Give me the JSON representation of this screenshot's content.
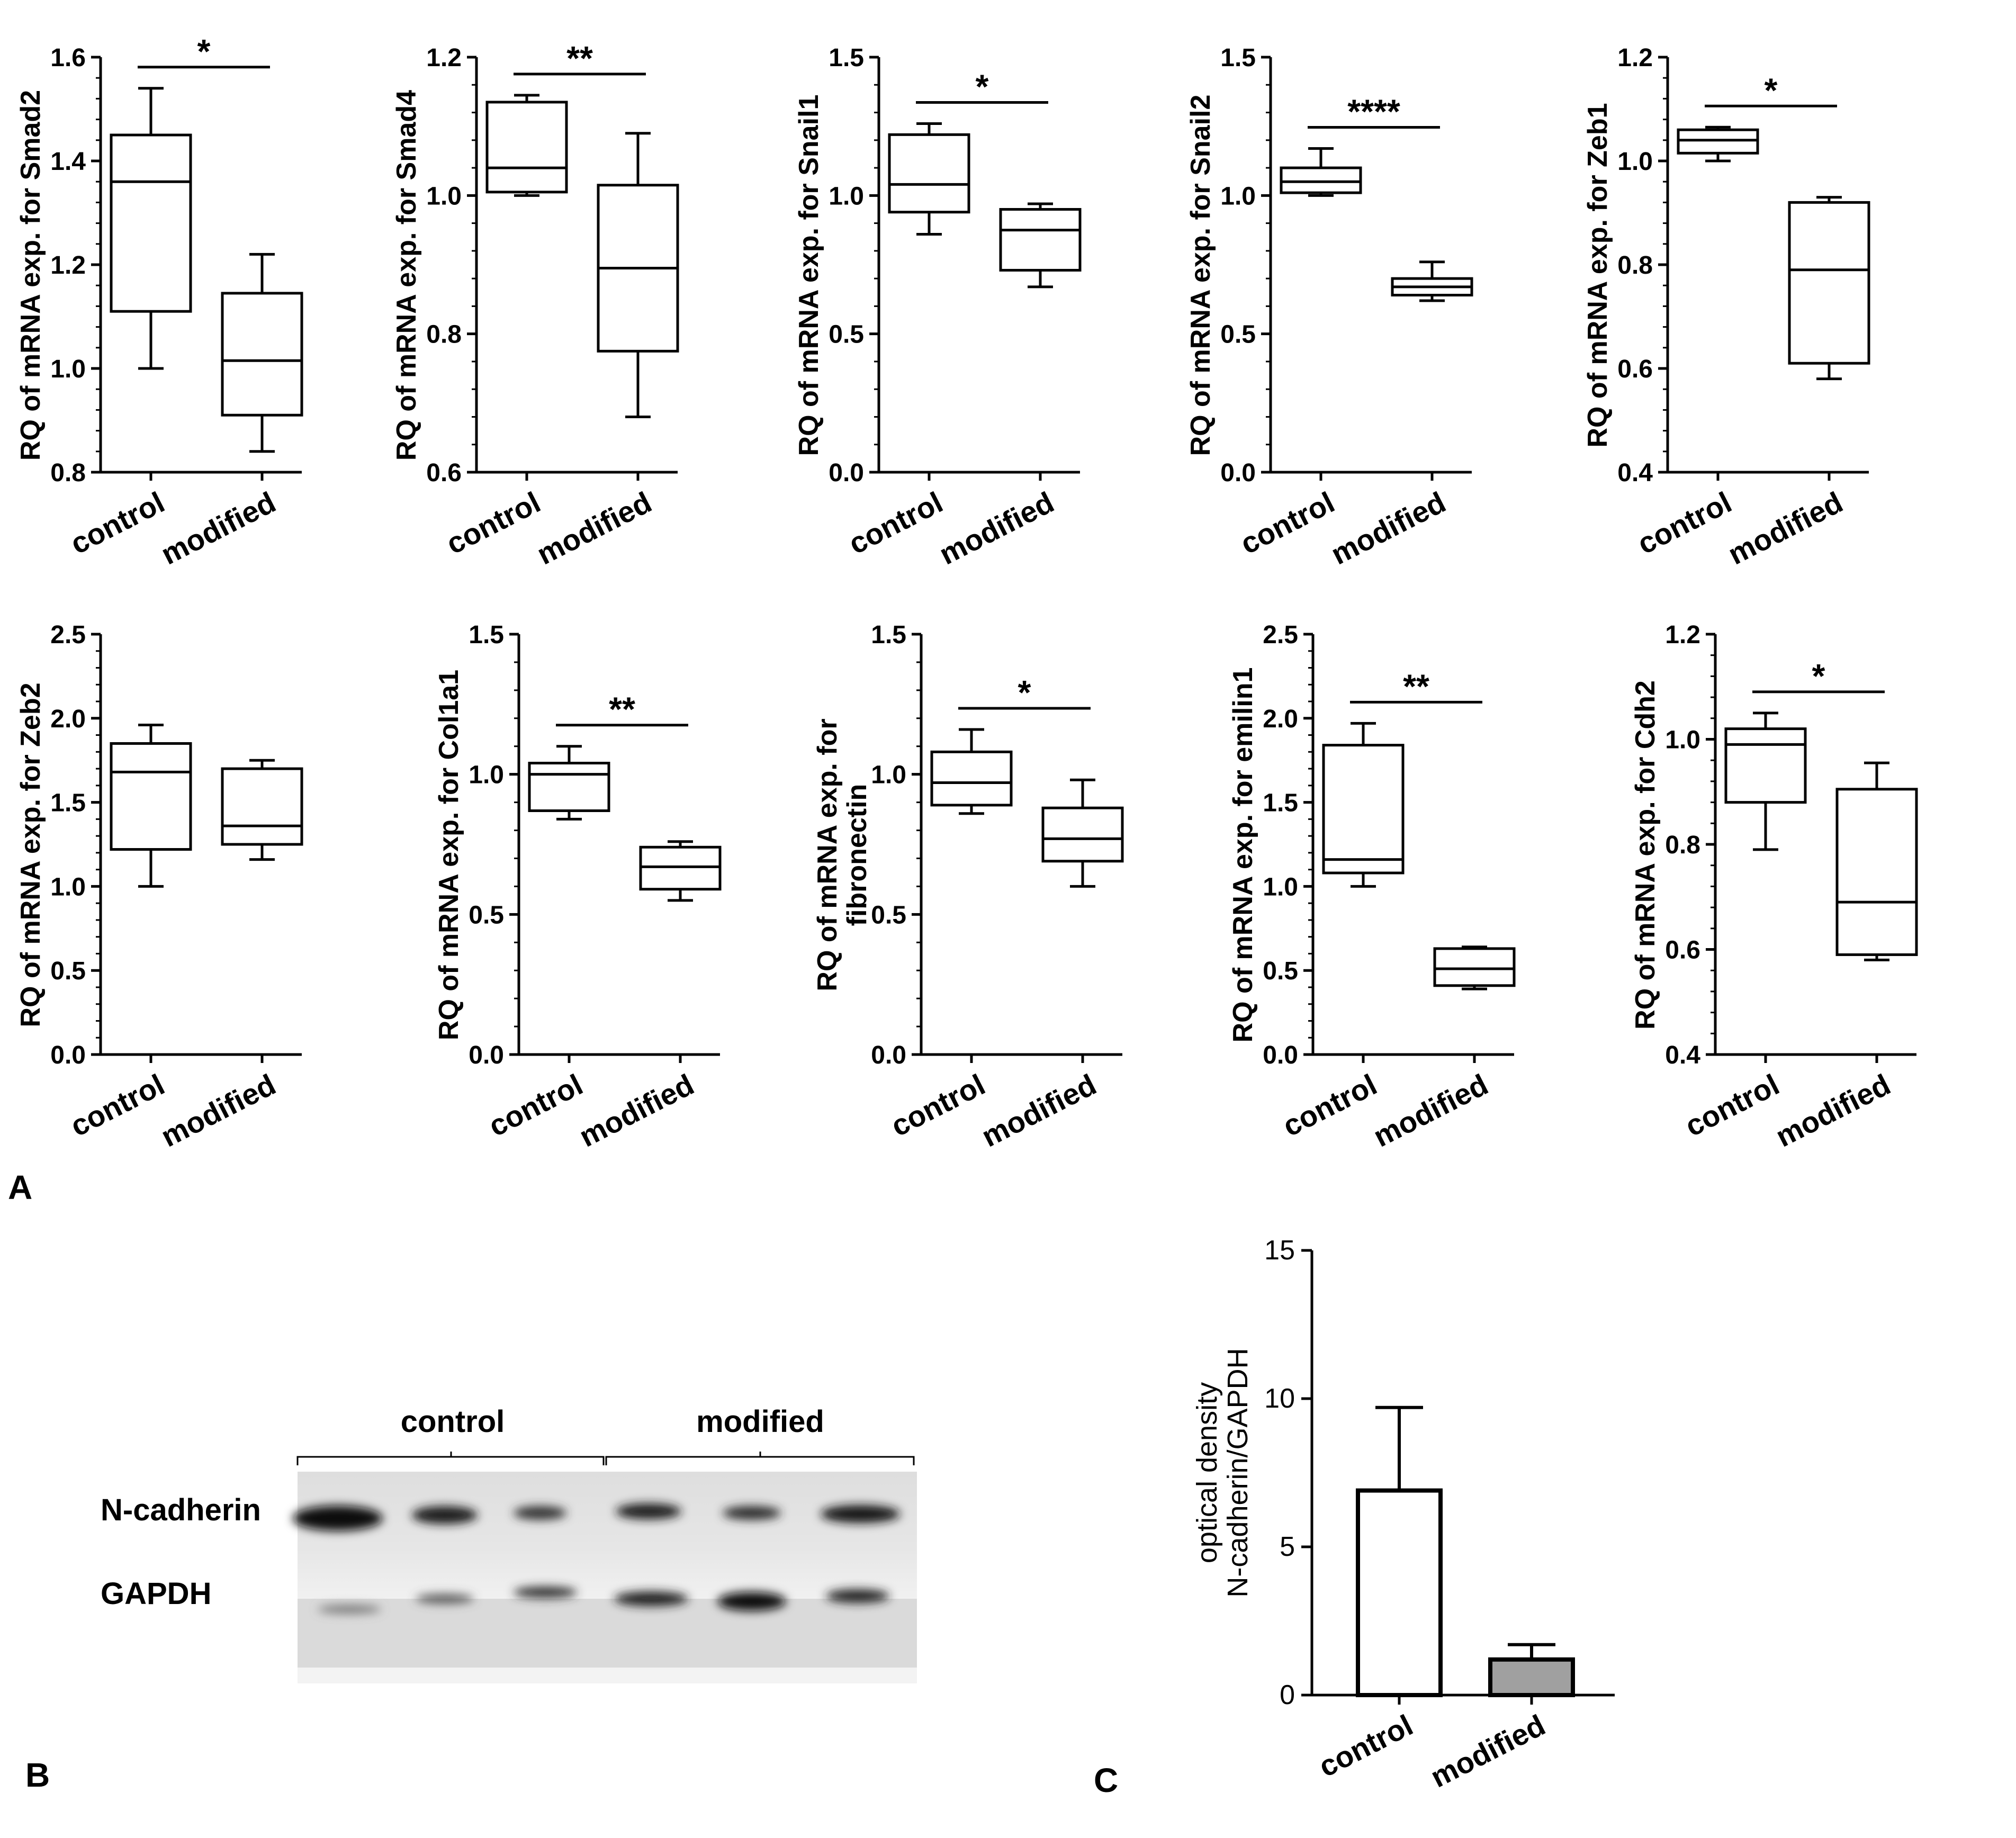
{
  "panels": {
    "a": "A",
    "b": "B",
    "c": "C"
  },
  "chart_data": [
    {
      "type": "box",
      "ylabel": "RQ of mRNA exp. for Smad2",
      "categories": [
        "control",
        "modified"
      ],
      "ylim": [
        0.8,
        1.6
      ],
      "yticks": [
        0.8,
        1.0,
        1.2,
        1.4,
        1.6
      ],
      "boxes": [
        {
          "min": 1.0,
          "q1": 1.11,
          "median": 1.36,
          "q3": 1.45,
          "max": 1.54
        },
        {
          "min": 0.84,
          "q1": 0.91,
          "median": 1.015,
          "q3": 1.145,
          "max": 1.22
        }
      ],
      "significance": "*"
    },
    {
      "type": "box",
      "ylabel": "RQ of mRNA exp. for Smad4",
      "categories": [
        "control",
        "modified"
      ],
      "ylim": [
        0.6,
        1.2
      ],
      "yticks": [
        0.6,
        0.8,
        1.0,
        1.2
      ],
      "boxes": [
        {
          "min": 1.0,
          "q1": 1.005,
          "median": 1.04,
          "q3": 1.135,
          "max": 1.145
        },
        {
          "min": 0.68,
          "q1": 0.775,
          "median": 0.895,
          "q3": 1.015,
          "max": 1.09
        }
      ],
      "significance": "**"
    },
    {
      "type": "box",
      "ylabel": "RQ of mRNA exp. for Snail1",
      "categories": [
        "control",
        "modified"
      ],
      "ylim": [
        0.0,
        1.5
      ],
      "yticks": [
        0.0,
        0.5,
        1.0,
        1.5
      ],
      "boxes": [
        {
          "min": 0.86,
          "q1": 0.94,
          "median": 1.04,
          "q3": 1.22,
          "max": 1.26
        },
        {
          "min": 0.67,
          "q1": 0.73,
          "median": 0.875,
          "q3": 0.95,
          "max": 0.97
        }
      ],
      "significance": "*"
    },
    {
      "type": "box",
      "ylabel": "RQ of mRNA exp. for Snail2",
      "categories": [
        "control",
        "modified"
      ],
      "ylim": [
        0.0,
        1.5
      ],
      "yticks": [
        0.0,
        0.5,
        1.0,
        1.5
      ],
      "boxes": [
        {
          "min": 1.0,
          "q1": 1.01,
          "median": 1.05,
          "q3": 1.1,
          "max": 1.17
        },
        {
          "min": 0.62,
          "q1": 0.64,
          "median": 0.67,
          "q3": 0.7,
          "max": 0.76
        }
      ],
      "significance": "****"
    },
    {
      "type": "box",
      "ylabel": "RQ of mRNA exp. for Zeb1",
      "categories": [
        "control",
        "modified"
      ],
      "ylim": [
        0.4,
        1.2
      ],
      "yticks": [
        0.4,
        0.6,
        0.8,
        1.0,
        1.2
      ],
      "boxes": [
        {
          "min": 1.0,
          "q1": 1.015,
          "median": 1.04,
          "q3": 1.06,
          "max": 1.065
        },
        {
          "min": 0.58,
          "q1": 0.61,
          "median": 0.79,
          "q3": 0.92,
          "max": 0.93
        }
      ],
      "significance": "*"
    },
    {
      "type": "box",
      "ylabel": "RQ of mRNA exp. for  Zeb2",
      "categories": [
        "control",
        "modified"
      ],
      "ylim": [
        0.0,
        2.5
      ],
      "yticks": [
        0.0,
        0.5,
        1.0,
        1.5,
        2.0,
        2.5
      ],
      "boxes": [
        {
          "min": 1.0,
          "q1": 1.22,
          "median": 1.68,
          "q3": 1.85,
          "max": 1.96
        },
        {
          "min": 1.16,
          "q1": 1.25,
          "median": 1.36,
          "q3": 1.7,
          "max": 1.75
        }
      ],
      "significance": ""
    },
    {
      "type": "box",
      "ylabel": "RQ of mRNA exp. for Col1a1",
      "categories": [
        "control",
        "modified"
      ],
      "ylim": [
        0.0,
        1.5
      ],
      "yticks": [
        0.0,
        0.5,
        1.0,
        1.5
      ],
      "boxes": [
        {
          "min": 0.84,
          "q1": 0.87,
          "median": 1.0,
          "q3": 1.04,
          "max": 1.1
        },
        {
          "min": 0.55,
          "q1": 0.59,
          "median": 0.67,
          "q3": 0.74,
          "max": 0.76
        }
      ],
      "significance": "**"
    },
    {
      "type": "box",
      "ylabel": [
        "RQ of mRNA exp. for",
        "fibronectin"
      ],
      "categories": [
        "control",
        "modified"
      ],
      "ylim": [
        0.0,
        1.5
      ],
      "yticks": [
        0.0,
        0.5,
        1.0,
        1.5
      ],
      "boxes": [
        {
          "min": 0.86,
          "q1": 0.89,
          "median": 0.97,
          "q3": 1.08,
          "max": 1.16
        },
        {
          "min": 0.6,
          "q1": 0.69,
          "median": 0.77,
          "q3": 0.88,
          "max": 0.98
        }
      ],
      "significance": "*"
    },
    {
      "type": "box",
      "ylabel": "RQ of mRNA exp. for emilin1",
      "categories": [
        "control",
        "modified"
      ],
      "ylim": [
        0.0,
        2.5
      ],
      "yticks": [
        0.0,
        0.5,
        1.0,
        1.5,
        2.0,
        2.5
      ],
      "boxes": [
        {
          "min": 1.0,
          "q1": 1.08,
          "median": 1.16,
          "q3": 1.84,
          "max": 1.97
        },
        {
          "min": 0.39,
          "q1": 0.41,
          "median": 0.51,
          "q3": 0.63,
          "max": 0.64
        }
      ],
      "significance": "**"
    },
    {
      "type": "box",
      "ylabel": "RQ of mRNA exp. for Cdh2",
      "categories": [
        "control",
        "modified"
      ],
      "ylim": [
        0.4,
        1.2
      ],
      "yticks": [
        0.4,
        0.6,
        0.8,
        1.0,
        1.2
      ],
      "boxes": [
        {
          "min": 0.79,
          "q1": 0.88,
          "median": 0.99,
          "q3": 1.02,
          "max": 1.05
        },
        {
          "min": 0.58,
          "q1": 0.59,
          "median": 0.69,
          "q3": 0.905,
          "max": 0.955
        }
      ],
      "significance": "*"
    },
    {
      "type": "bar",
      "ylabel": [
        "optical density",
        "N-cadherin/GAPDH"
      ],
      "categories": [
        "control",
        "modified"
      ],
      "ylim": [
        0,
        15
      ],
      "yticks": [
        0,
        5,
        10,
        15
      ],
      "values": [
        6.9,
        1.2
      ],
      "error": [
        9.7,
        1.7
      ],
      "colors": [
        "#ffffff",
        "#a0a0a0"
      ]
    }
  ],
  "western_blot": {
    "groups": [
      "control",
      "modified"
    ],
    "rows": [
      "N-cadherin",
      "GAPDH"
    ]
  }
}
